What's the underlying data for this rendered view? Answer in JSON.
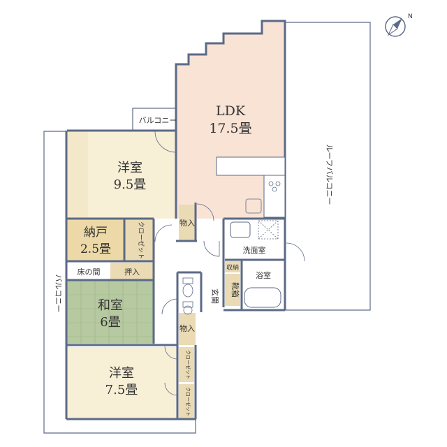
{
  "colors": {
    "ldk": "#f8e3d5",
    "western": "#f7efd6",
    "nando": "#ecd9a7",
    "tatami": "#b6c9a0",
    "storage": "#eadbb4",
    "wall": "#5b6a86",
    "balcony": "#ffffff"
  },
  "rooms": {
    "ldk": {
      "name": "LDK",
      "size": "17.5畳"
    },
    "youshitsu1": {
      "name": "洋室",
      "size": "9.5畳"
    },
    "nando": {
      "name": "納戸",
      "size": "2.5畳"
    },
    "washitsu": {
      "name": "和室",
      "size": "6畳"
    },
    "youshitsu2": {
      "name": "洋室",
      "size": "7.5畳"
    }
  },
  "labels": {
    "balcony_top": "バルコニー",
    "balcony_left": "バルコニー",
    "roof_balcony": "ルーフバルコニー",
    "closet_nando": "クローゼット",
    "closet_y2a": "クローゼット",
    "closet_y2b": "クローゼット",
    "monoire1": "物入",
    "monoire2": "物入",
    "tokonoma": "床の間",
    "oshiire": "押入",
    "senmenshitsu": "洗面室",
    "shuno": "収納",
    "yokushitsu": "浴室",
    "genkan": "玄関",
    "kutsubako": "靴箱"
  },
  "icons": [
    "compass-icon",
    "stove-icon",
    "sink-icon",
    "toilet-icon",
    "bathtub-icon",
    "washer-icon"
  ]
}
